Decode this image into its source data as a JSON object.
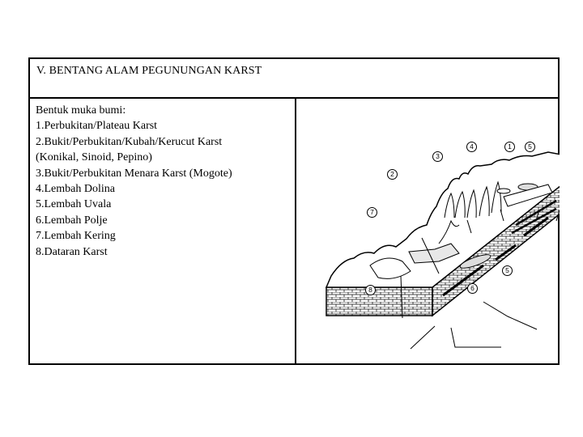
{
  "slide": {
    "title": "V. BENTANG ALAM PEGUNUNGAN KARST",
    "heading": "Bentuk muka bumi:",
    "items": [
      "1.Perbukitan/Plateau Karst",
      "2.Bukit/Perbukitan/Kubah/Kerucut Karst",
      "(Konikal, Sinoid, Pepino)",
      "3.Bukit/Perbukitan Menara Karst (Mogote)",
      "4.Lembah Dolina",
      "5.Lembah Uvala",
      "6.Lembah Polje",
      "7.Lembah Kering",
      "8.Dataran Karst"
    ]
  },
  "diagram": {
    "labels": [
      {
        "id": "label-4",
        "text": "4"
      },
      {
        "id": "label-1",
        "text": "1"
      },
      {
        "id": "label-5-top",
        "text": "5"
      },
      {
        "id": "label-3",
        "text": "3"
      },
      {
        "id": "label-2",
        "text": "2"
      },
      {
        "id": "label-7",
        "text": "7"
      },
      {
        "id": "label-5-bottom",
        "text": "5"
      },
      {
        "id": "label-8",
        "text": "8"
      },
      {
        "id": "label-6",
        "text": "6"
      }
    ]
  }
}
